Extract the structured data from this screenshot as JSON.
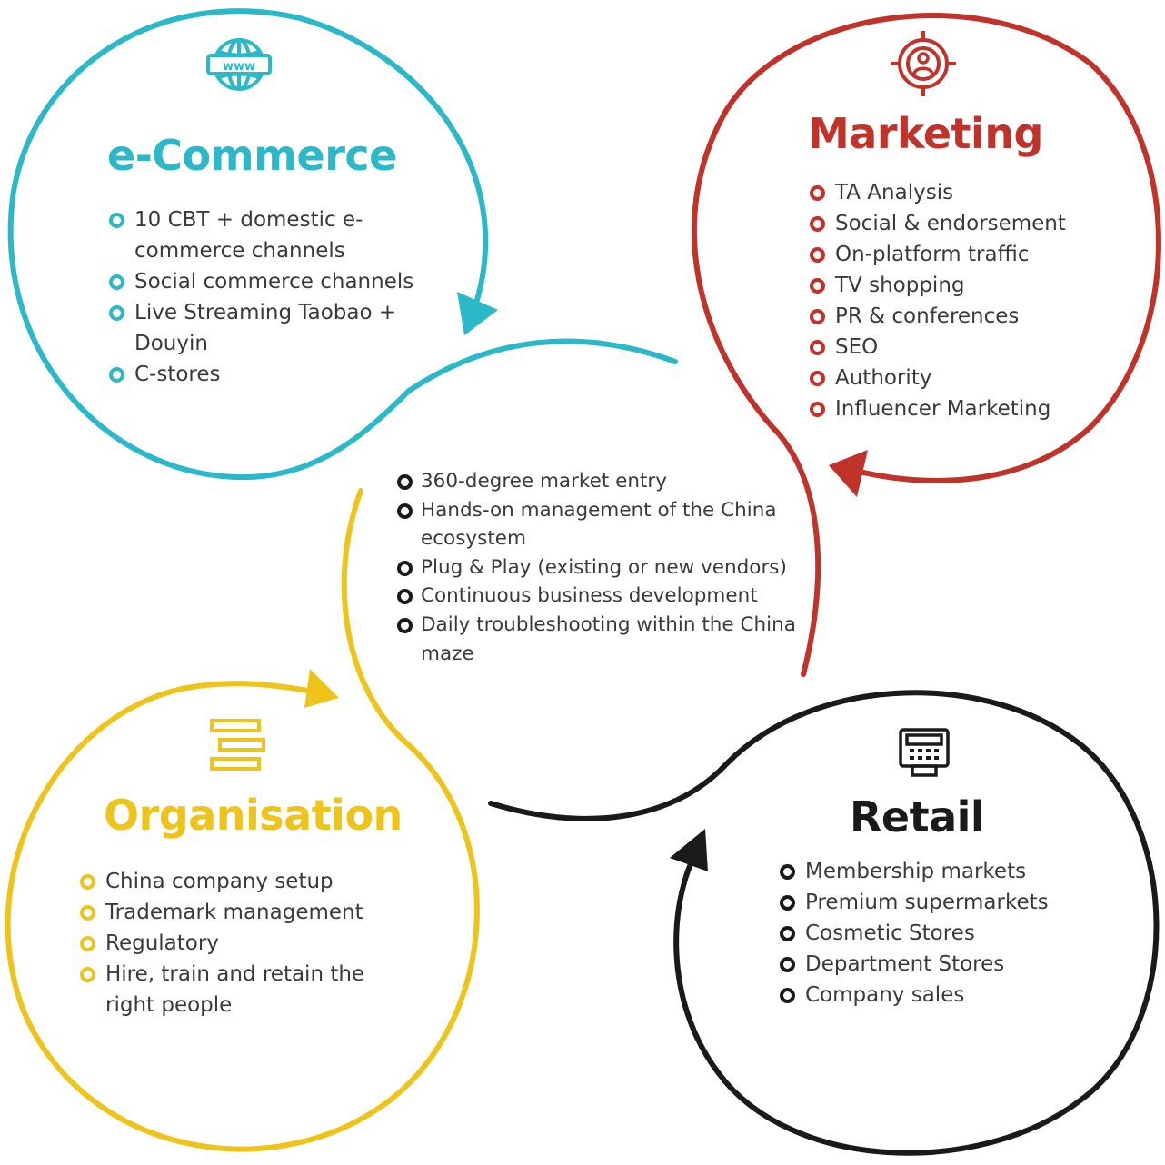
{
  "colors": {
    "ecommerce": "#2bb9c9",
    "marketing": "#c0332a",
    "organisation": "#eec41a",
    "retail": "#1a1a1a",
    "text": "#3a3a3a"
  },
  "ecommerce": {
    "title": "e-Commerce",
    "icon": "www-globe-icon",
    "items": [
      "10 CBT + domestic e-commerce channels",
      "Social commerce channels",
      "Live Streaming Taobao + Douyin",
      "C-stores"
    ]
  },
  "marketing": {
    "title": "Marketing",
    "icon": "target-person-icon",
    "items": [
      "TA Analysis",
      "Social & endorsement",
      "On-platform traffic",
      "TV shopping",
      "PR & conferences",
      "SEO",
      "Authority",
      "Influencer Marketing"
    ]
  },
  "organisation": {
    "title": "Organisation",
    "icon": "org-structure-icon",
    "items": [
      "China company setup",
      "Trademark management",
      "Regulatory",
      "Hire, train and retain the right people"
    ]
  },
  "retail": {
    "title": "Retail",
    "icon": "cash-register-icon",
    "items": [
      "Membership markets",
      "Premium supermarkets",
      "Cosmetic Stores",
      "Department Stores",
      "Company sales"
    ]
  },
  "center": {
    "items": [
      "360-degree market entry",
      "Hands-on management of the China ecosystem",
      "Plug & Play (existing or new vendors)",
      "Continuous business development",
      "Daily troubleshooting within the China maze"
    ]
  }
}
